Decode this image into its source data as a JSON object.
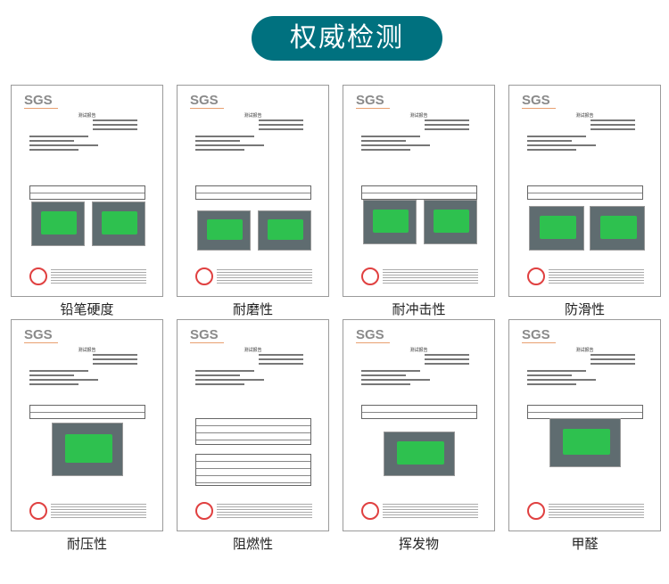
{
  "title": "权威检测",
  "cards": [
    {
      "logo": "SGS",
      "heading": "测试报告",
      "caption": "铅笔硬度"
    },
    {
      "logo": "SGS",
      "heading": "测试报告",
      "caption": "耐磨性"
    },
    {
      "logo": "SGS",
      "heading": "测试报告",
      "caption": "耐冲击性"
    },
    {
      "logo": "SGS",
      "heading": "测试报告",
      "caption": "防滑性"
    },
    {
      "logo": "SGS",
      "heading": "测试报告",
      "caption": "耐压性"
    },
    {
      "logo": "SGS",
      "heading": "测试报告",
      "caption": "阻燃性"
    },
    {
      "logo": "SGS",
      "heading": "测试报告",
      "caption": "挥发物"
    },
    {
      "logo": "SGS",
      "heading": "测试报告",
      "caption": "甲醛"
    }
  ]
}
